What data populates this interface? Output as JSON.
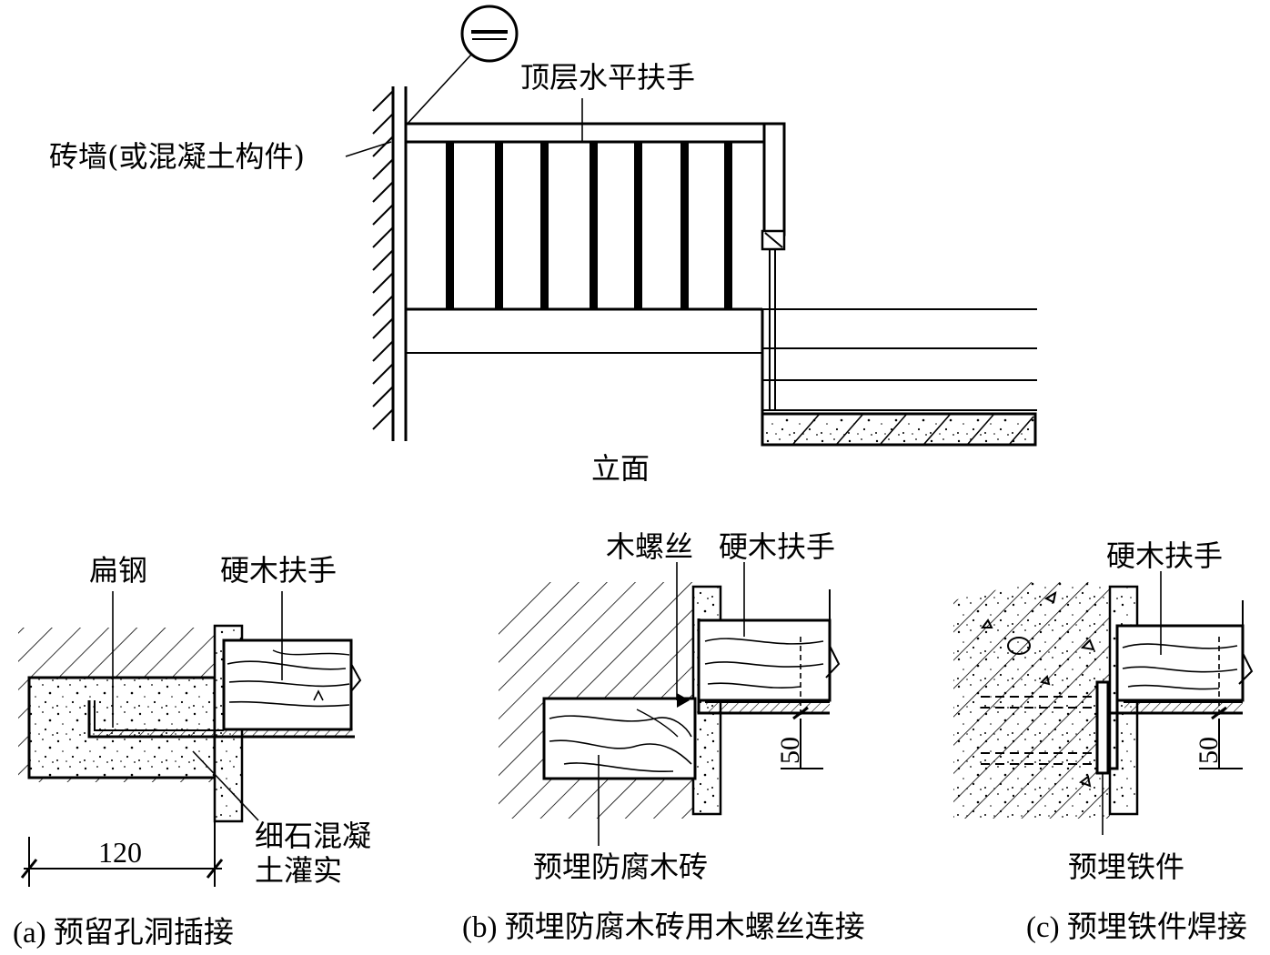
{
  "elevation": {
    "section_marker": "—",
    "label_top_rail": "顶层水平扶手",
    "label_wall": "砖墙(或混凝土构件)",
    "caption": "立面"
  },
  "detail_a": {
    "label_flat_steel": "扁钢",
    "label_hardwood_rail": "硬木扶手",
    "label_grout_line1": "细石混凝",
    "label_grout_line2": "土灌实",
    "dim_value": "120",
    "caption": "(a) 预留孔洞插接"
  },
  "detail_b": {
    "label_wood_screw": "木螺丝",
    "label_hardwood_rail": "硬木扶手",
    "dim_value": "50",
    "label_wood_brick": "预埋防腐木砖",
    "caption": "(b) 预埋防腐木砖用木螺丝连接"
  },
  "detail_c": {
    "label_hardwood_rail": "硬木扶手",
    "dim_value": "50",
    "label_embedded_iron": "预埋铁件",
    "caption": "(c) 预埋铁件焊接"
  }
}
